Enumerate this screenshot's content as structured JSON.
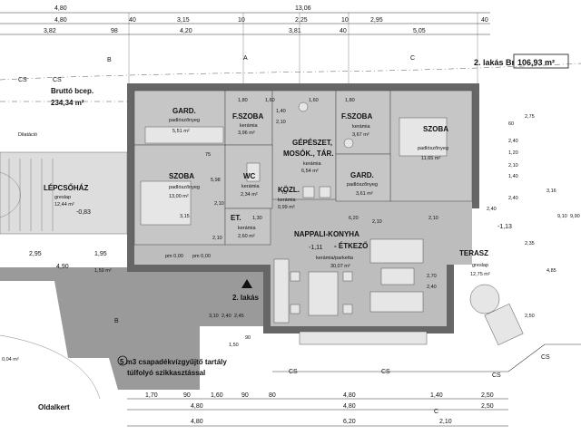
{
  "header": {
    "total_width": "13,06",
    "dim_row1": [
      "4,80",
      "40",
      "3,15",
      "10",
      "2,25",
      "10",
      "2,95",
      "40"
    ],
    "dim_row2": [
      "3,82",
      "98",
      "4,20",
      "3,81",
      "40",
      "5,05"
    ],
    "apartment_label": "2. lakás Br.:",
    "apartment_area": "106,93 m²"
  },
  "left_info": {
    "brutto_label": "Bruttó bcep.",
    "brutto_value": "234,34 m²",
    "dilatacio": "Dilatáció"
  },
  "rooms": [
    {
      "id": "gard1",
      "name": "GARD.",
      "floor": "padlószőnyeg",
      "area": "5,51 m²"
    },
    {
      "id": "fszoba1",
      "name": "F.SZOBA",
      "floor": "kerámia",
      "area": "3,96 m²"
    },
    {
      "id": "fszoba2",
      "name": "F.SZOBA",
      "floor": "kerámia",
      "area": "3,67 m²"
    },
    {
      "id": "szoba2",
      "name": "SZOBA",
      "floor": "padlószőnyeg",
      "area": "11,65 m²"
    },
    {
      "id": "szoba1",
      "name": "SZOBA",
      "floor": "padlószőnyeg",
      "area": "13,00 m²"
    },
    {
      "id": "wc",
      "name": "WC",
      "floor": "kerámia",
      "area": "2,34 m²"
    },
    {
      "id": "gepeszet",
      "name": "GÉPÉSZET,",
      "name2": "MOSÓK., TÁR.",
      "floor": "kerámia",
      "area": "6,54 m²"
    },
    {
      "id": "gard2",
      "name": "GARD.",
      "floor": "padlószőnyeg",
      "area": "3,61 m²"
    },
    {
      "id": "kozl",
      "name": "KÖZL.",
      "floor": "kerámia",
      "area": "0,99 m²"
    },
    {
      "id": "et",
      "name": "ET.",
      "floor": "kerámia",
      "area": "2,60 m²"
    },
    {
      "id": "lepcsohaz",
      "name": "LÉPCSŐHÁZ",
      "floor": "greslap",
      "area": "12,44 m²"
    },
    {
      "id": "nappali",
      "name": "NAPPALI-KONYHA",
      "name2": "- ÉTKEZŐ",
      "floor": "kerámia/parketta",
      "area": "30,07 m²"
    },
    {
      "id": "terasz",
      "name": "TERASZ",
      "floor": "greslap",
      "area": "12,75 m²"
    }
  ],
  "annotations": {
    "entrance": "2. lakás",
    "tank_line1": "5 m3 csapadékvízgyűjtő tartály",
    "tank_line2": "túlfolyó szikkasztással",
    "garden": "Oldalkert",
    "level_a": "-1,11",
    "level_b": "-1,13",
    "level_c": "-0,83",
    "area_small": "1,59 m²",
    "left_corner": "0,04 m²",
    "pm": "pm 0,00"
  },
  "interior_dims": [
    "1,80",
    "1,60",
    "1,60",
    "1,80",
    "1,40",
    "2,10",
    "75",
    "5,98",
    "3,15",
    "2,10",
    "2,10",
    "6,20",
    "2,10",
    "1,30",
    "2,10",
    "1,95",
    "2,95",
    "4,90",
    "2,70",
    "2,40",
    "3,10",
    "2,40",
    "2,45",
    "1,50",
    "90",
    "75",
    "60",
    "1,20",
    "2,40",
    "2,10",
    "1,40",
    "2,40",
    "3,16",
    "4,85",
    "9,10",
    "9,90",
    "2,35",
    "2,75",
    "2,40",
    "2,50"
  ],
  "footer": {
    "dim_row1": [
      "1,70",
      "90",
      "1,60",
      "90",
      "80",
      "4,80",
      "1,40",
      "2,50"
    ],
    "dim_row2": [
      "4,80",
      "4,80",
      "2,50"
    ],
    "dim_row3": [
      "4,80",
      "6,20",
      "2,10"
    ]
  },
  "axis_marks": [
    "B",
    "B",
    "A",
    "C",
    "C",
    "CS",
    "CS",
    "CS",
    "CS",
    "CS",
    "CS"
  ]
}
